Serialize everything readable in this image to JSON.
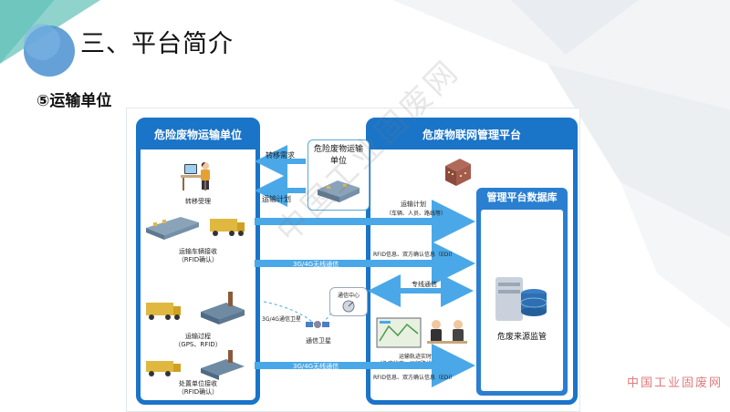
{
  "slide": {
    "title": "三、平台简介",
    "subtitle": "⑤运输单位",
    "watermark": "中国工业固废网",
    "diagonal_watermark": "中国工业固废网"
  },
  "colors": {
    "primary_blue": "#1a74c8",
    "arrow_blue": "#4aa8e8",
    "accent_teal": "#3fb3b3"
  },
  "diagram": {
    "left_panel_title": "危险废物运输单位",
    "right_panel_title": "危废物联网管理平台",
    "middle_box_title": "危险废物运输单位",
    "db_box_title": "管理平台数据库",
    "db_box_label": "危废来源监管",
    "left_items": {
      "transfer_approval": "转移受理",
      "vehicle_receive": "运输车辆接收",
      "vehicle_receive_sub": "（RFID确认）",
      "transport_process": "运输过程",
      "transport_process_sub": "（GPS、RFID）",
      "disposal_receive": "处置单位接收",
      "disposal_receive_sub": "（RFID确认）"
    },
    "arrows": {
      "transfer_demand": "转移需求",
      "transport_plan": "运输计划",
      "transport_plan_right": "运输计划",
      "transport_plan_right_sub": "（车辆、人员、路线等）",
      "wireless_1": "3G/4G无线通信",
      "rfid_info_1": "RFID信息、双方确认信息（EDI）",
      "dedicated_comm": "专线通信",
      "comm_center": "通信中心",
      "satellite_label": "3G/4G通信卫星",
      "comm_satellite": "通信卫星",
      "tracking": "运输轨迹实时跟踪",
      "tracking_sub": "（危废状态、运行路线、违规报警）",
      "wireless_2": "3G/4G无线通信",
      "rfid_info_2": "RFID信息、双方确认信息（EDI）"
    }
  }
}
